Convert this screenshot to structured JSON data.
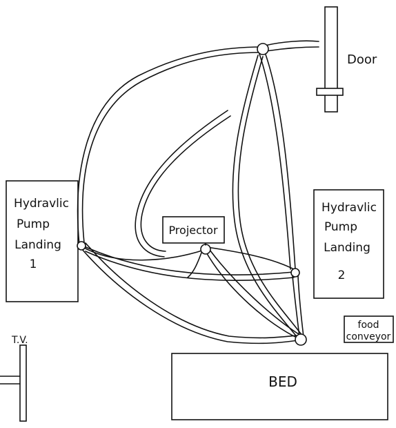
{
  "labels": {
    "door": "Door",
    "pump1": [
      "Hydravlic",
      "Pump",
      "Landing",
      "1"
    ],
    "pump2": [
      "Hydravlic",
      "Pump",
      "Landing",
      "2"
    ],
    "projector": "Projector",
    "food_conveyor": [
      "food",
      "conveyor"
    ],
    "tv": "T.V.",
    "bed": "BED"
  }
}
